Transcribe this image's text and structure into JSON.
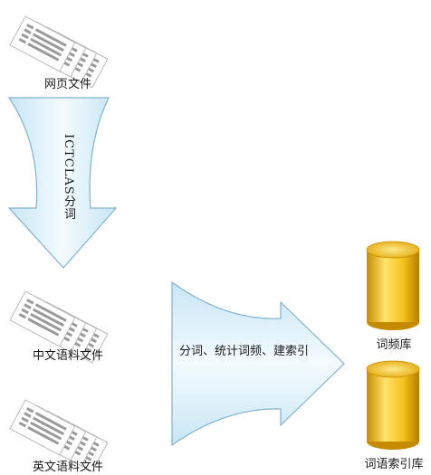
{
  "nodes": {
    "web_files": "网页文件",
    "chinese_corpus": "中文语料文件",
    "english_corpus": "英文语料文件",
    "word_freq_db": "词频库",
    "word_index_db": "词语索引库"
  },
  "arrows": {
    "segmentation": "ICTCLAS分词",
    "processing": "分词、统计词频、建索引"
  },
  "colors": {
    "arrow_fill_light": "#f2fbff",
    "arrow_fill_dark": "#bfe0f0",
    "arrow_stroke": "#6fa9c8",
    "db_gold": "#f3c21a",
    "db_gold_dark": "#c98d00"
  }
}
